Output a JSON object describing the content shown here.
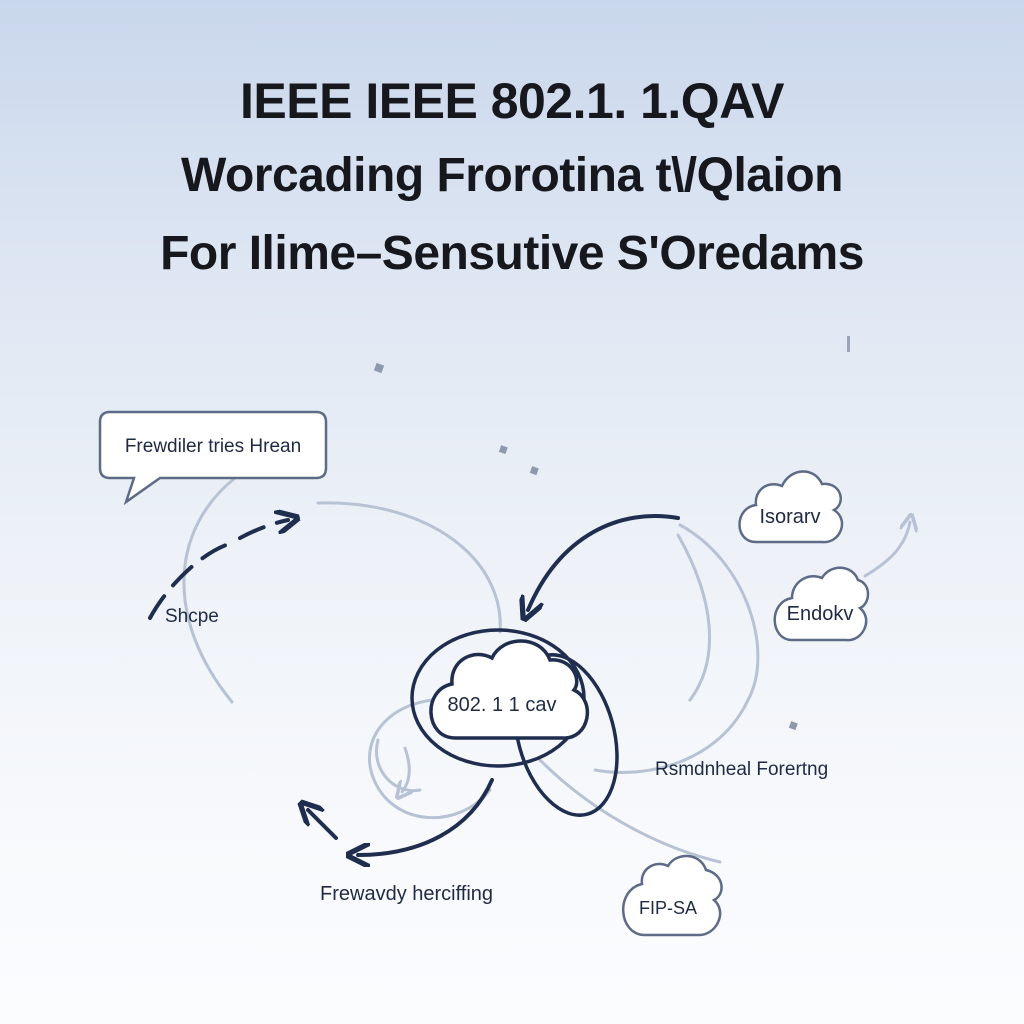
{
  "title": {
    "line1": "IEEE   IEEE 802.1.  1.QAV",
    "line2": "Worcading Frorotina t\\/Qlaion",
    "line3": "For Ilime–Sensutive S'Oredams"
  },
  "diagram": {
    "speech_bubble": "Frewdiler tries Hrean",
    "cloud_top_right": "Isorarv",
    "cloud_mid_right": "Endokv",
    "cloud_center": "802. 1 1 cav",
    "cloud_bottom_right": "FIP-SA",
    "label_left": "Shcpe",
    "label_right": "Rsmdnheal Forertng",
    "label_bottom": "Frewavdy herciffing"
  },
  "colors": {
    "stroke_dark": "#1f2d4f",
    "stroke_light": "#b7c2d4",
    "text_dark": "#16181d"
  }
}
